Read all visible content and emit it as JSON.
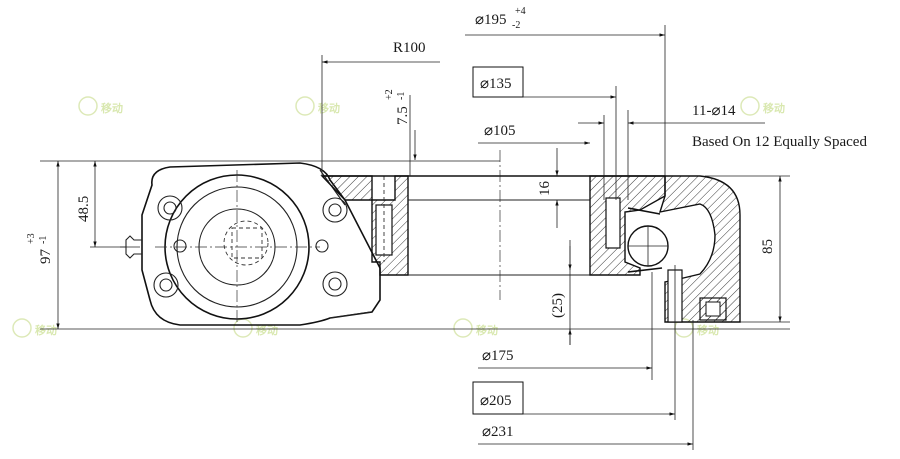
{
  "dimensions": {
    "d195": {
      "label": "⌀195",
      "tol_upper": "+4",
      "tol_lower": "-2"
    },
    "r100": {
      "label": "R100"
    },
    "d135": {
      "label": "⌀135"
    },
    "t75": {
      "label": "7.5",
      "tol_upper": "+2",
      "tol_lower": "-1"
    },
    "d105": {
      "label": "⌀105"
    },
    "holes": {
      "label": "11-⌀14"
    },
    "d16": {
      "label": "16"
    },
    "d485": {
      "label": "48.5"
    },
    "d97": {
      "label": "97",
      "tol_upper": "+3",
      "tol_lower": "-1"
    },
    "d85": {
      "label": "85"
    },
    "d25": {
      "label": "(25)"
    },
    "d175": {
      "label": "⌀175"
    },
    "d205": {
      "label": "⌀205"
    },
    "d231": {
      "label": "⌀231"
    }
  },
  "note": {
    "text": "Based On 12 Equally Spaced"
  },
  "watermark": {
    "text": "移动"
  }
}
